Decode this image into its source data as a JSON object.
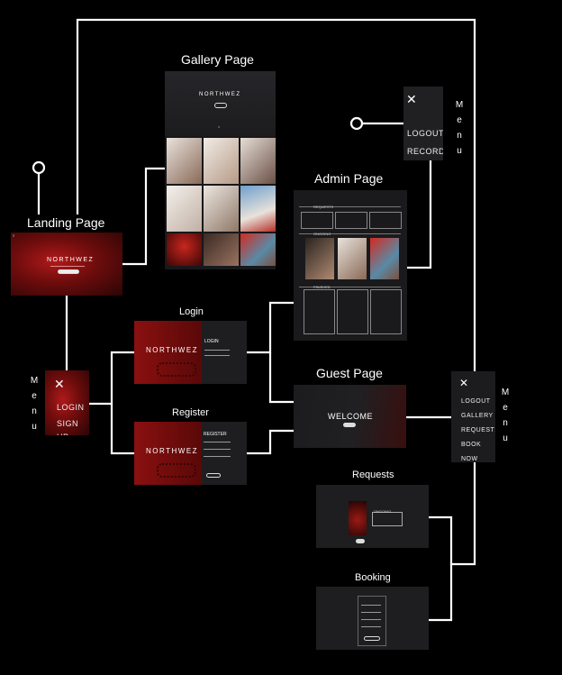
{
  "labels": {
    "gallery": "Gallery Page",
    "landing": "Landing Page",
    "admin": "Admin Page",
    "login": "Login",
    "register": "Register",
    "guest": "Guest Page",
    "requests": "Requests",
    "booking": "Booking"
  },
  "brand": "NORTHWEZ",
  "welcome": "WELCOME",
  "login_title": "LOGIN",
  "register_title": "REGISTER",
  "menus": {
    "admin": {
      "vertical": "Menu",
      "items": [
        "LOGOUT",
        "RECORDS"
      ]
    },
    "landing": {
      "vertical": "Menu",
      "items": [
        "LOGIN",
        "SIGN UP"
      ]
    },
    "guest": {
      "vertical": "Menu",
      "items": [
        "LOGOUT",
        "GALLERY",
        "REQUESTS",
        "BOOK NOW"
      ]
    }
  },
  "admin_sections": [
    "REQUESTS",
    "ONGOING",
    "FINISHED"
  ],
  "colors": {
    "wire": "#ffffff",
    "accent_red": "#b01a1a",
    "panel": "#1c1c1e"
  }
}
